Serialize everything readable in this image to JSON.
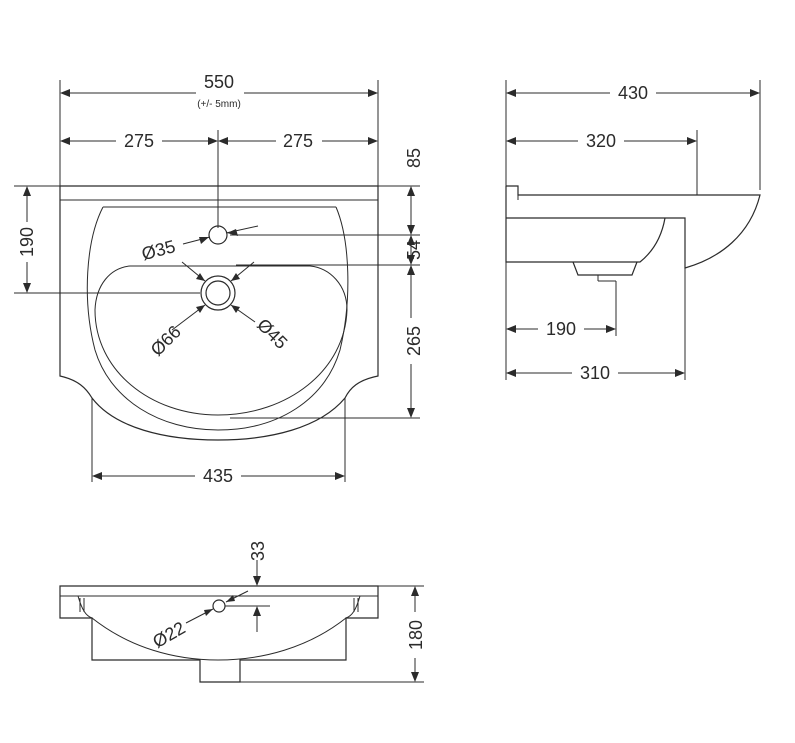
{
  "plan": {
    "width": "550",
    "tolerance": "(+/- 5mm)",
    "half_left": "275",
    "half_right": "275",
    "depth_left": "190",
    "rim": "85",
    "tap_to_waste": "54",
    "front_to_waste": "265",
    "tap_hole": "Ø35",
    "waste_outer": "Ø66",
    "waste_inner": "Ø45",
    "bowl_width": "435"
  },
  "side": {
    "overall": "430",
    "top": "320",
    "waste_offset": "190",
    "bottom": "310"
  },
  "front": {
    "tap_offset": "33",
    "overflow_hole": "Ø22",
    "height": "180"
  }
}
